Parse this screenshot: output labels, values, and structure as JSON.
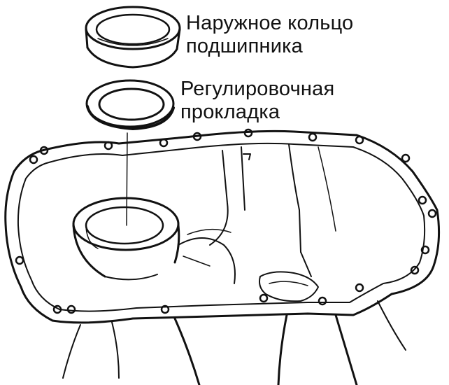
{
  "labels": {
    "bearing_outer_ring": {
      "line1": "Наружное кольцо",
      "line2": "подшипника"
    },
    "adjusting_shim": {
      "line1": "Регулировочная",
      "line2": "прокладка"
    }
  },
  "colors": {
    "ink": "#111111",
    "background": "#ffffff"
  }
}
